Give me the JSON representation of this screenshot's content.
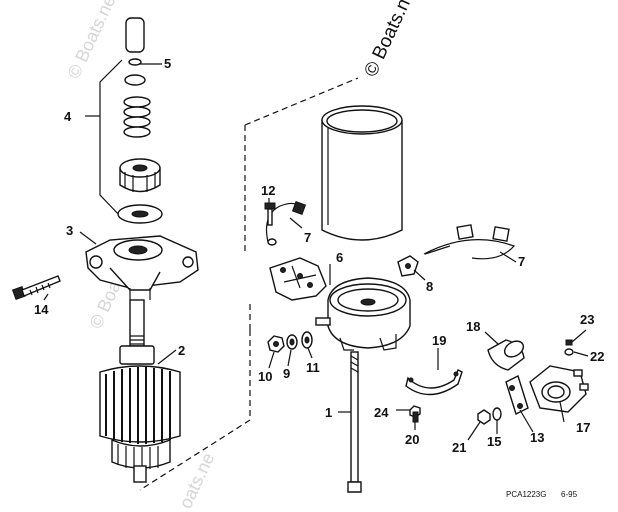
{
  "watermark": {
    "main": "© Boats.net",
    "faint_left": "© Boats.ne",
    "faint_mid": "© Boats.net",
    "faint_bottom": "oats.ne"
  },
  "callouts": {
    "c1": "1",
    "c2": "2",
    "c3": "3",
    "c4": "4",
    "c5": "5",
    "c6": "6",
    "c7a": "7",
    "c7b": "7",
    "c8": "8",
    "c9": "9",
    "c10": "10",
    "c11": "11",
    "c12": "12",
    "c13": "13",
    "c14": "14",
    "c15": "15",
    "c17": "17",
    "c18": "18",
    "c19": "19",
    "c20": "20",
    "c21": "21",
    "c22": "22",
    "c23": "23",
    "c24": "24"
  },
  "footer": {
    "code": "PCA1223G",
    "date": "6-95"
  }
}
